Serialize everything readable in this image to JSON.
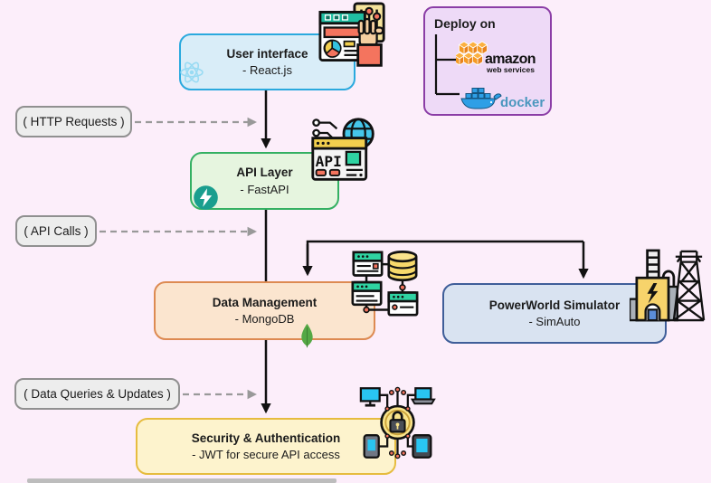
{
  "nodes": {
    "ui": {
      "title": "User interface",
      "subtitle": "- React.js"
    },
    "api": {
      "title": "API Layer",
      "subtitle": "- FastAPI"
    },
    "data": {
      "title": "Data Management",
      "subtitle": "- MongoDB"
    },
    "power": {
      "title": "PowerWorld Simulator",
      "subtitle": "- SimAuto"
    },
    "security": {
      "title": "Security & Authentication",
      "subtitle": "- JWT for secure API access"
    }
  },
  "deploy": {
    "title": "Deploy on",
    "aws_name": "amazon",
    "aws_sub": "web services",
    "docker_name": "docker"
  },
  "edge_labels": {
    "http": "( HTTP Requests )",
    "api_calls": "( API Calls )",
    "queries": "( Data Queries & Updates )"
  },
  "icons": {
    "api_window_text": "API"
  },
  "colors": {
    "background": "#fceefa",
    "ui_fill": "#d9edf8",
    "ui_border": "#2aa9de",
    "api_fill": "#e6f5df",
    "api_border": "#34b062",
    "data_fill": "#fbe5cf",
    "data_border": "#dd8a52",
    "power_fill": "#d9e3f1",
    "power_border": "#3f5e99",
    "security_fill": "#fdf3cd",
    "security_border": "#e6bc3f",
    "deploy_fill": "#eedaf7",
    "deploy_border": "#8b3da6",
    "label_fill": "#ededed",
    "label_border": "#909090",
    "solid_arrow": "#111111",
    "dashed_arrow": "#999999",
    "aws_orange": "#f49a25",
    "docker_blue": "#2e9fe6",
    "react_blue": "#8fd8f3",
    "fastapi_teal": "#1a9e8e",
    "mongo_green": "#55a845"
  }
}
